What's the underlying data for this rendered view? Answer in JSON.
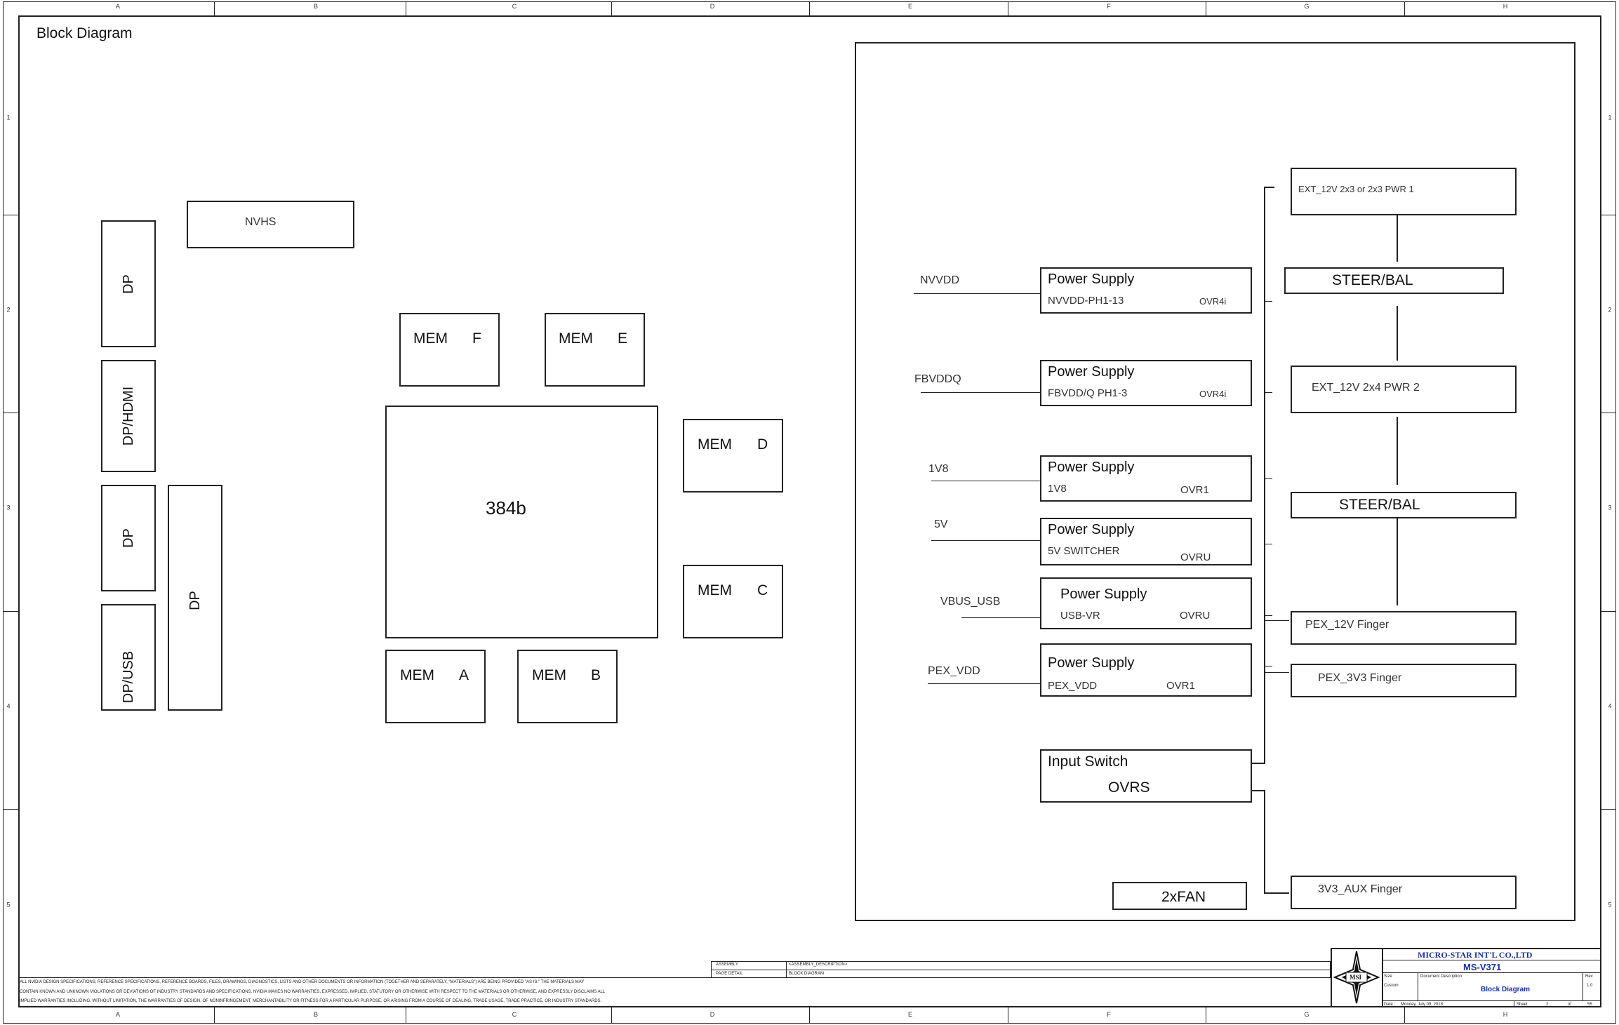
{
  "sheet": {
    "title": "Block Diagram",
    "zones_top": [
      "A",
      "B",
      "C",
      "D",
      "E",
      "F",
      "G",
      "H"
    ],
    "zones_side": [
      "1",
      "2",
      "3",
      "4",
      "5"
    ]
  },
  "left_panel": {
    "connectors": [
      "DP",
      "DP/HDMI",
      "DP",
      "DP/USB",
      "DP"
    ],
    "nvhs": "NVHS",
    "gpu": "384b",
    "memory": [
      {
        "name": "MEM",
        "slot": "F"
      },
      {
        "name": "MEM",
        "slot": "E"
      },
      {
        "name": "MEM",
        "slot": "D"
      },
      {
        "name": "MEM",
        "slot": "C"
      },
      {
        "name": "MEM",
        "slot": "A"
      },
      {
        "name": "MEM",
        "slot": "B"
      }
    ]
  },
  "power_panel": {
    "rails": [
      {
        "net": "NVVDD",
        "title": "Power Supply",
        "sub": "NVVDD-PH1-13",
        "ctrl": "OVR4i"
      },
      {
        "net": "FBVDDQ",
        "title": "Power Supply",
        "sub": "FBVDD/Q PH1-3",
        "ctrl": "OVR4i"
      },
      {
        "net": "1V8",
        "title": "Power Supply",
        "sub": "1V8",
        "ctrl": "OVR1"
      },
      {
        "net": "5V",
        "title": "Power Supply",
        "sub": "5V SWITCHER",
        "ctrl": "OVRU"
      },
      {
        "net": "VBUS_USB",
        "title": "Power Supply",
        "sub": "USB-VR",
        "ctrl": "OVRU"
      },
      {
        "net": "PEX_VDD",
        "title": "Power Supply",
        "sub": "PEX_VDD",
        "ctrl": "OVR1"
      }
    ],
    "input_switch": {
      "title": "Input Switch",
      "ctrl": "OVRS"
    },
    "fan": "2xFAN",
    "sources": [
      "EXT_12V 2x3 or 2x3 PWR 1",
      "STEER/BAL",
      "EXT_12V 2x4 PWR 2",
      "STEER/BAL",
      "PEX_12V Finger",
      "PEX_3V3 Finger",
      "3V3_AUX Finger"
    ]
  },
  "title_block": {
    "disclaimer": [
      "ALL NVIDIA DESIGN SPECIFICATIONS, REFERENCE SPECIFICATIONS, REFERENCE BOARDS, FILES, DRAWINGS, DIAGNOSTICS, LISTS AND OTHER DOCUMENTS OR INFORMATION (TOGETHER AND SEPARATELY, \"MATERIALS\") ARE BEING PROVIDED \"AS IS.\" THE MATERIALS MAY",
      "CONTAIN KNOWN AND UNKNOWN VIOLATIONS OR DEVIATIONS OF INDUSTRY STANDARDS AND SPECIFICATIONS. NVIDIA MAKES NO WARRANTIES, EXPRESSED, IMPLIED, STATUTORY OR OTHERWISE WITH RESPECT TO THE MATERIALS OR OTHERWISE, AND EXPRESSLY DISCLAIMS ALL",
      "IMPLIED WARRANTIES INCLUDING, WITHOUT LIMITATION, THE WARRANTIES OF DESIGN, OF NONINFRINGEMENT, MERCHANTABILITY OR FITNESS FOR A PARTICULAR PURPOSE, OR ARISING FROM A COURSE OF DEALING, TRADE USAGE, TRADE PRACTICE, OR INDUSTRY STANDARDS."
    ],
    "assembly_label": "ASSEMBLY",
    "assembly_value": "<ASSEMBLY_DESCRIPTION>",
    "page_detail_label": "PAGE DETAIL",
    "page_detail_value": "BLOCK DIAGRAM",
    "logo": "MSI",
    "company": "MICRO-STAR INT'L CO.,LTD",
    "model": "MS-V371",
    "size_label": "Size",
    "size_value": "Custom",
    "doc_label": "Document Description",
    "doc_value": "Block Diagram",
    "rev_label": "Rev",
    "rev_value": "1.0",
    "date_label": "Date :",
    "date_value": "Monday, July 09, 2018",
    "sheet_label": "Sheet",
    "sheet_value": "2",
    "of_label": "of",
    "of_value": "55"
  }
}
